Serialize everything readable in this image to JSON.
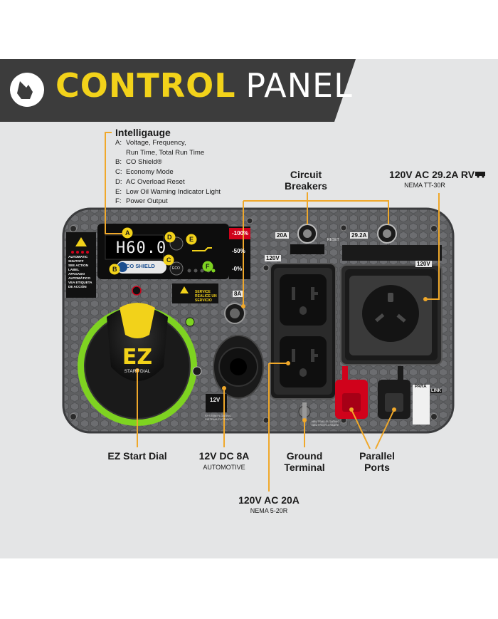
{
  "header": {
    "title_bold": "CONTROL",
    "title_light": "PANEL",
    "icon": "hand-pointing-icon"
  },
  "intelligauge": {
    "title": "Intelligauge",
    "items": [
      {
        "key": "A:",
        "text": "Voltage, Frequency,"
      },
      {
        "key": "",
        "text": "Run Time, Total Run Time"
      },
      {
        "key": "B:",
        "text": "CO Shield®"
      },
      {
        "key": "C:",
        "text": "Economy Mode"
      },
      {
        "key": "D:",
        "text": "AC Overload Reset"
      },
      {
        "key": "E:",
        "text": "Low Oil Warning Indicator Light"
      },
      {
        "key": "F:",
        "text": "Power Output"
      }
    ]
  },
  "callouts": {
    "circuit_breakers_1": "Circuit",
    "circuit_breakers_2": "Breakers",
    "rv_title": "120V AC 29.2A RV",
    "rv_sub": "NEMA TT-30R",
    "ez_start": "EZ Start Dial",
    "dc_title": "12V DC 8A",
    "dc_sub": "AUTOMOTIVE",
    "ground_1": "Ground",
    "ground_2": "Terminal",
    "parallel_1": "Parallel",
    "parallel_2": "Ports",
    "ac20_title": "120V AC 20A",
    "ac20_sub": "NEMA 5-20R"
  },
  "panel": {
    "display_value": "H60.0",
    "dial_text": "EZ",
    "dial_sub": "START DIAL",
    "co_shield": "CO SHIELD",
    "eco": "ECO",
    "output_100": "-100%",
    "output_50": "-50%",
    "output_0": "-0%",
    "breaker_20": "20A",
    "breaker_292": "29.2A",
    "reset": "RESET",
    "volt_120_left": "120V",
    "volt_120_right": "120V",
    "dc_8a": "8A",
    "dc_12v": "12V",
    "para": "PARA",
    "link": "LINK",
    "auto_shutoff": [
      "AUTOMATIC",
      "SHUTOFF",
      "SEE ACTION",
      "LABEL",
      "APAGADO",
      "AUTOMÁTICO",
      "VEA ETIQUETA",
      "DE ACCIÓN"
    ],
    "service": [
      "SERVICE",
      "REALICE UN",
      "SERVICIO"
    ],
    "ground_small": [
      "NEUTRAL FLOATING",
      "NEUTRO FLOTANTE"
    ],
    "dc_small": [
      "SYSTEM FLOATING",
      "SISTEMA FLOTANTE"
    ],
    "letters": [
      "A",
      "B",
      "C",
      "D",
      "E",
      "F"
    ]
  },
  "colors": {
    "accent": "#f2d21a",
    "callout_line": "#f0a82a",
    "header_bg": "#3c3c3c",
    "panel_bg": "#e4e5e6",
    "dial_green": "#7ed321",
    "parallel_red": "#d0021b"
  }
}
